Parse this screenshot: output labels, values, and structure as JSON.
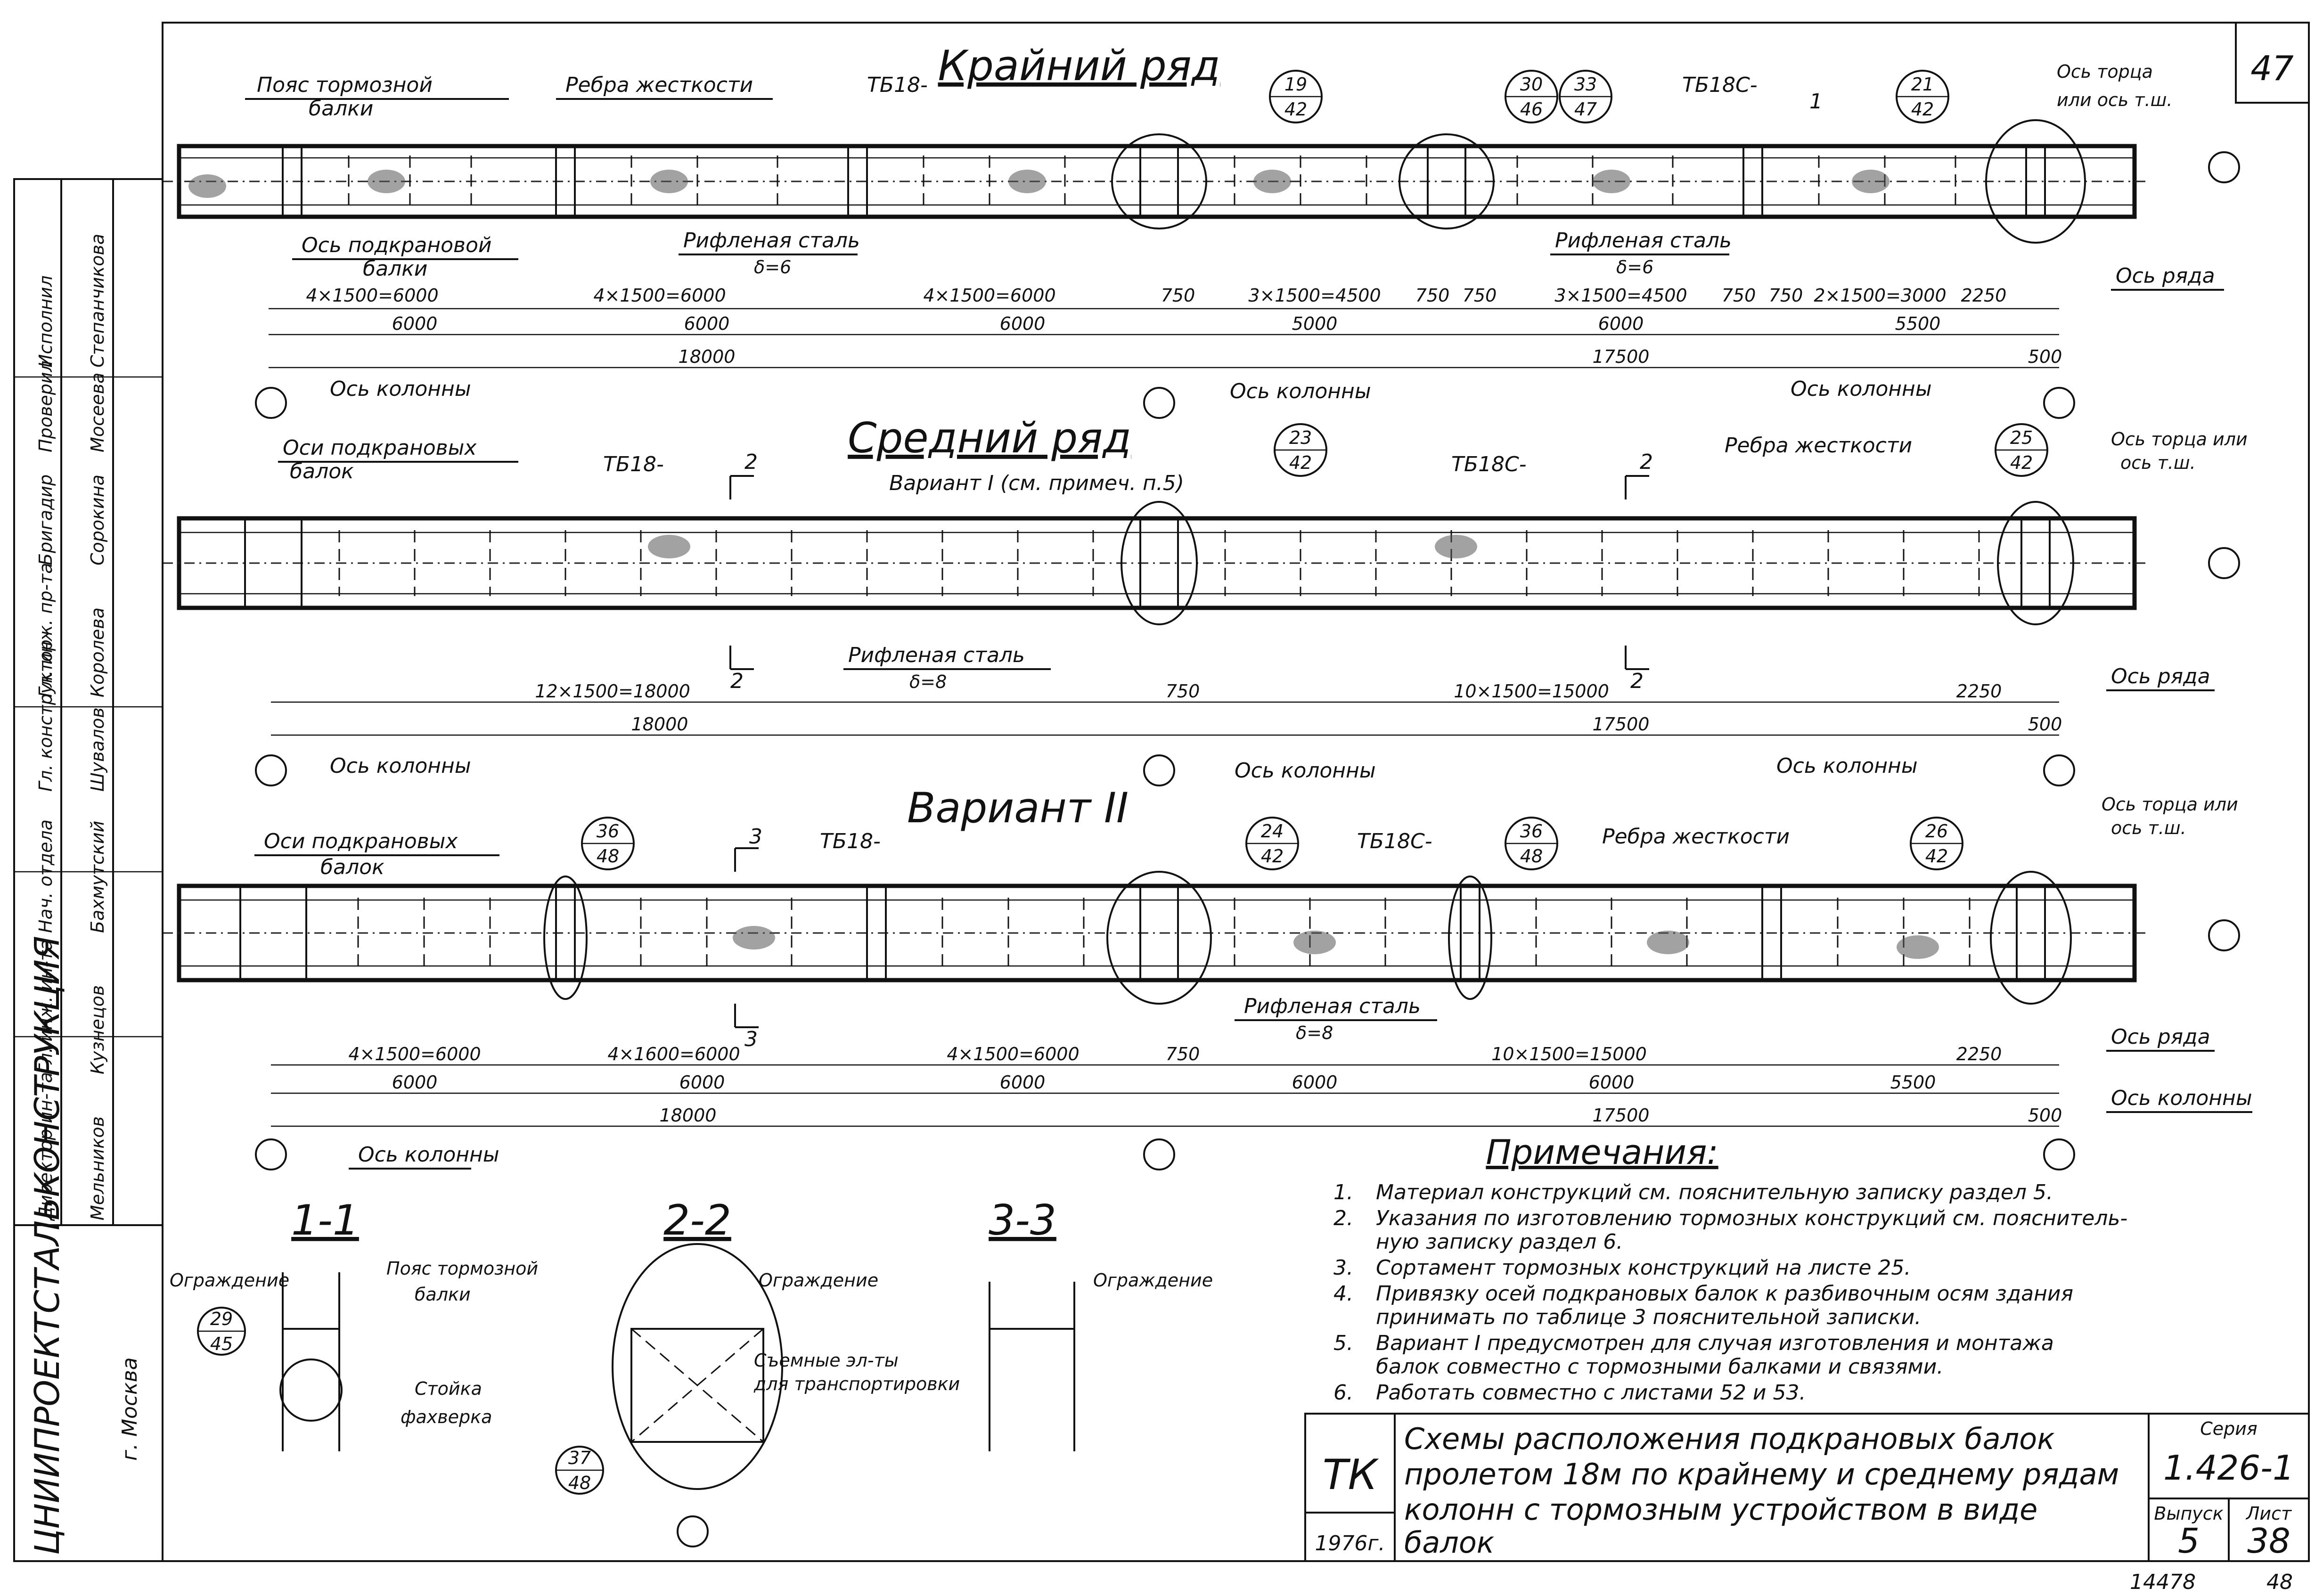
{
  "sheet": {
    "number": "47"
  },
  "row_outer": {
    "title": "Крайний ряд",
    "labels": {
      "pояс": "Пояс тормозной",
      "belt2": "балки",
      "ribs": "Ребра жесткости",
      "tb18": "ТБ18-",
      "tb18c": "ТБ18С-",
      "end_axis1": "Ось торца",
      "end_axis2": "или ось т.ш.",
      "crane_axis1": "Ось подкрановой",
      "crane_axis2": "балки",
      "steel1": "Рифленая сталь",
      "steel1_t": "δ=6",
      "steel2": "Рифленая сталь",
      "steel2_t": "δ=6",
      "row_axis": "Ось ряда",
      "col1": "Ось колонны",
      "col2": "Ось колонны",
      "col3": "Ось колонны",
      "cut": "1"
    },
    "callouts": [
      {
        "top": "19",
        "bottom": "42"
      },
      {
        "top": "30",
        "bottom": "46"
      },
      {
        "top": "33",
        "bottom": "47"
      },
      {
        "top": "21",
        "bottom": "42"
      }
    ],
    "dims_line1": [
      "4×1500=6000",
      "4×1500=6000",
      "4×1500=6000",
      "750",
      "3×1500=4500",
      "750",
      "750",
      "3×1500=4500",
      "750",
      "750",
      "2×1500=3000",
      "2250"
    ],
    "dims_line2": [
      "6000",
      "6000",
      "6000",
      "5000",
      "6000",
      "5500"
    ],
    "dims_line3": [
      "18000",
      "17500",
      "500"
    ]
  },
  "row_mid1": {
    "title": "Средний ряд",
    "subtitle": "Вариант I (см. примеч. п.5)",
    "labels": {
      "axes1": "Оси подкрановых",
      "axes2": "балок",
      "tb18": "ТБ18-",
      "tb18c": "ТБ18С-",
      "ribs": "Ребра жесткости",
      "end1": "Ось торца или",
      "end2": "ось т.ш.",
      "steel": "Рифленая сталь",
      "steel_t": "δ=8",
      "row_axis": "Ось ряда",
      "col1": "Ось колонны",
      "col2": "Ось колонны",
      "col3": "Ось колонны",
      "cut": "2"
    },
    "callouts": [
      {
        "top": "23",
        "bottom": "42"
      },
      {
        "top": "25",
        "bottom": "42"
      }
    ],
    "dims_line1": [
      "12×1500=18000",
      "750",
      "10×1500=15000",
      "2250"
    ],
    "dims_line2": [
      "18000",
      "17500",
      "500"
    ]
  },
  "row_mid2": {
    "title": "Вариант II",
    "labels": {
      "axes1": "Оси подкрановых",
      "axes2": "балок",
      "tb18": "ТБ18-",
      "tb18c": "ТБ18С-",
      "ribs": "Ребра жесткости",
      "end1": "Ось торца или",
      "end2": "ось т.ш.",
      "steel": "Рифленая сталь",
      "steel_t": "δ=8",
      "row_axis": "Ось ряда",
      "col_axis": "Ось колонны",
      "col1": "Ось колонны",
      "cut": "3"
    },
    "callouts": [
      {
        "top": "36",
        "bottom": "48"
      },
      {
        "top": "24",
        "bottom": "42"
      },
      {
        "top": "36",
        "bottom": "48"
      },
      {
        "top": "26",
        "bottom": "42"
      }
    ],
    "dims_line1": [
      "4×1500=6000",
      "4×1600=6000",
      "4×1500=6000",
      "750",
      "10×1500=15000",
      "2250"
    ],
    "dims_line2": [
      "6000",
      "6000",
      "6000",
      "6000",
      "6000",
      "5500"
    ],
    "dims_line3": [
      "18000",
      "17500",
      "500"
    ]
  },
  "sections": [
    {
      "title": "1-1",
      "labels": [
        "Ограждение",
        "Пояс тормозной",
        "балки",
        "Стойка",
        "фахверка"
      ],
      "callout": {
        "top": "29",
        "bottom": "45"
      }
    },
    {
      "title": "2-2",
      "labels": [
        "Ограждение",
        "Съемные эл-ты",
        "для транспортировки"
      ],
      "callout": {
        "top": "37",
        "bottom": "48"
      }
    },
    {
      "title": "3-3",
      "labels": [
        "Ограждение"
      ]
    }
  ],
  "notes": {
    "title": "Примечания:",
    "items": [
      {
        "n": "1.",
        "lines": [
          "Материал конструкций см. пояснительную записку раздел 5."
        ]
      },
      {
        "n": "2.",
        "lines": [
          "Указания по изготовлению тормозных конструкций см. пояснитель-",
          "ную записку раздел 6."
        ]
      },
      {
        "n": "3.",
        "lines": [
          "Сортамент тормозных конструкций на листе 25."
        ]
      },
      {
        "n": "4.",
        "lines": [
          "Привязку осей подкрановых балок к разбивочным осям здания",
          "принимать по таблице 3 пояснительной записки."
        ]
      },
      {
        "n": "5.",
        "lines": [
          "Вариант I предусмотрен для случая изготовления и монтажа",
          "балок совместно с тормозными балками и связями."
        ]
      },
      {
        "n": "6.",
        "lines": [
          "Работать совместно с листами 52 и 53."
        ]
      }
    ]
  },
  "title_block": {
    "code": "ТК",
    "year": "1976г.",
    "title_lines": [
      "Схемы расположения подкрановых балок",
      "пролетом 18м по крайнему и среднему рядам",
      "колонн с тормозным устройством в виде",
      "балок"
    ],
    "series_label": "Серия",
    "series": "1.426-1",
    "issue_label": "Выпуск",
    "issue": "5",
    "sheet_label": "Лист",
    "sheet": "38"
  },
  "side_stamp": {
    "org1": "ЦНИИПРОЕКТСТАЛЬКОНСТРУКЦИЯ",
    "city": "г. Москва",
    "roles": [
      "Директор ин-та",
      "Гл. инж. ин-та",
      "Нач. отдела",
      "Гл. конструктор",
      "Гл. инж. пр-та",
      "Бригадир",
      "Проверил",
      "Исполнил"
    ],
    "names": [
      "Мельников",
      "Кузнецов",
      "Бахмутский",
      "Шувалов",
      "Королева",
      "Сорокина",
      "Мосеева",
      "Степанчикова"
    ]
  },
  "footer": {
    "number": "14478",
    "page": "48"
  }
}
